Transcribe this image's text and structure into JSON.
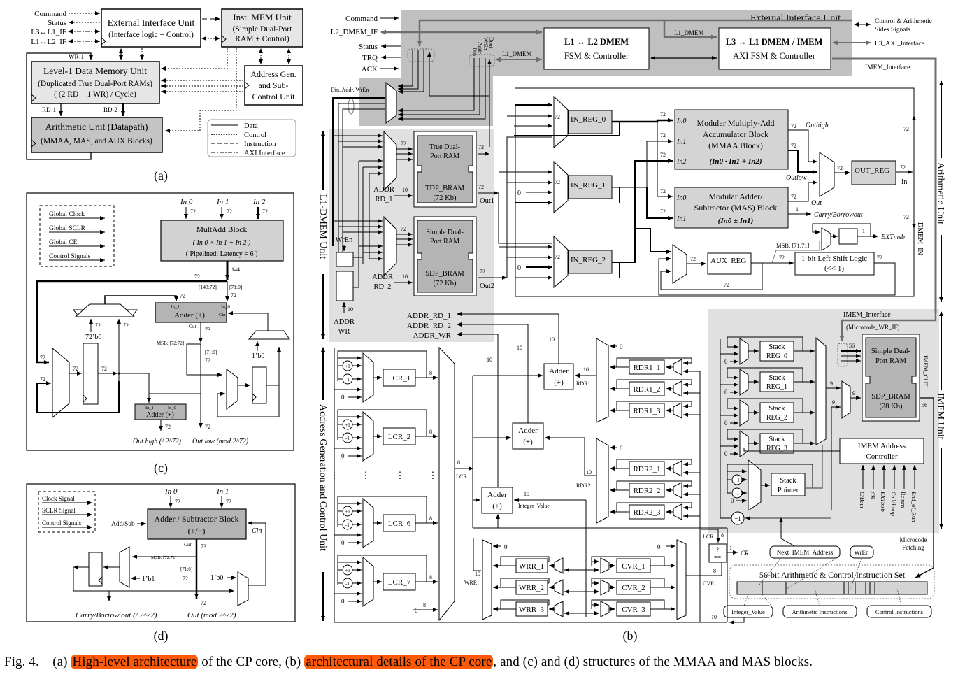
{
  "figure": {
    "caption": {
      "prefix": "Fig. 4.",
      "part_a": "(a)",
      "highlight_a": "High-level architecture",
      "mid_a": "of the CP core, (b)",
      "highlight_b": "architectural details of the CP core",
      "tail": ", and (c) and (d) structures of the MMAA and MAS blocks.",
      "highlight_color": "#ff5a0a"
    },
    "panel_a": {
      "label": "(a)",
      "signals": [
        "Command",
        "Status",
        "L3↔L1_IF",
        "L1↔L2_IF"
      ],
      "ext_if": {
        "title": "External Interface Unit",
        "subtitle": "(Interface logic + Control)"
      },
      "imem": {
        "title": "Inst. MEM Unit",
        "line2": "(Simple Dual-Port",
        "line3": "RAM + Control)"
      },
      "l1dmem": {
        "title": "Level-1 Data Memory Unit",
        "line2": "(Duplicated True Dual-Port RAMs)",
        "line3": "( (2 RD + 1 WR) / Cycle)"
      },
      "agu": {
        "line1": "Address Gen.",
        "line2": "and Sub-",
        "line3": "Control Unit"
      },
      "arith": {
        "title": "Arithmetic Unit (Datapath)",
        "subtitle": "(MMAA, MAS, and AUX Blocks)"
      },
      "wr1": "WR-1",
      "rd1": "RD-1",
      "rd2": "RD-2",
      "legend": [
        "Data",
        "Control",
        "Instruction",
        "AXI Interface"
      ]
    },
    "panel_c": {
      "label": "(c)",
      "legend": [
        "Global Clock",
        "Global SCLR",
        "Global CE",
        "Control Signals"
      ],
      "inputs": [
        "In 0",
        "In 1",
        "In 2"
      ],
      "multadd": {
        "title": "MultAdd Block",
        "formula": "( In 0 × In 1 + In 2 )",
        "latency": "( Pipelined: Latency = 6 )"
      },
      "adder1": {
        "title": "Adder (+)",
        "in1": "In_1",
        "in0": "In_0",
        "cin": "Cin",
        "out": "Out"
      },
      "adder2": {
        "title": "Adder (+)",
        "in1": "In_1",
        "in0": "In_0"
      },
      "widths": {
        "w72": "72",
        "w144": "144",
        "w73": "73",
        "w1": "1"
      },
      "slices": {
        "hi": "[143:72]",
        "lo": "[71:0]",
        "msb": "MSB: [72:72]",
        "lo2": "[71:0]"
      },
      "consts": {
        "zero72": "72’b0",
        "zero1": "1’b0"
      },
      "out_high": "Out high (/ 2^72)",
      "out_low": "Out low (mod 2^72)"
    },
    "panel_d": {
      "label": "(d)",
      "legend": [
        "Clock Signal",
        "SCLR Signal",
        "Control Signals"
      ],
      "inputs": [
        "In 0",
        "In 1"
      ],
      "block": {
        "title": "Adder / Subtractor Block",
        "subtitle": "(+/−)"
      },
      "addsub": "Add/Sub",
      "cin": "Cin",
      "out": "Out",
      "msb": "MSB: [72:72]",
      "lo": "[71:0]",
      "one_b1": "1’b1",
      "zero_b0": "1’b0",
      "carry_out": "Carry/Borrow out (/ 2^72)",
      "out_mod": "Out (mod 2^72)"
    },
    "panel_b": {
      "label": "(b)",
      "left_signals": [
        "Command",
        "L2_DMEM_IF",
        "Status",
        "TRQ",
        "ACK"
      ],
      "ext_if_title": "External Interface Unit",
      "l1l2": {
        "line1": "L1 ↔ L2 DMEM",
        "line2": "FSM & Controller"
      },
      "l3l1": {
        "line1": "L3 ↔ L1 DMEM / IMEM",
        "line2": "AXI FSM & Controller"
      },
      "l1_dmem": "L1_DMEM",
      "port_labels": [
        "Din",
        "Addr",
        "WrEn",
        "Dout"
      ],
      "right_signals": {
        "ctrl": "Control & Arithmetic",
        "ctrl2": "Sides Signals",
        "axi": "L3_AXI_Interface",
        "imem_if": "IMEM_Interface"
      },
      "din_addr_wren": "Din, Addr, WrEn",
      "tdp": {
        "line1": "True Dual-",
        "line2": "Port RAM",
        "line3": "TDP_BRAM",
        "line4": "(72 Kb)"
      },
      "sdp": {
        "line1": "Simple Dual-",
        "line2": "Port RAM",
        "line3": "SDP_BRAM",
        "line4": "(72 Kb)"
      },
      "addr_rd1": [
        "ADDR",
        "RD_1"
      ],
      "addr_rd2": [
        "ADDR",
        "RD_2"
      ],
      "addr_wr": [
        "ADDR",
        "WR"
      ],
      "wren": "WrEn",
      "out1": "Out1",
      "out2": "Out2",
      "dmem_unit": "L1-DMEM Unit",
      "addr_outs": [
        "ADDR_RD_1",
        "ADDR_RD_2",
        "ADDR_WR"
      ],
      "in_regs": [
        "IN_REG_0",
        "IN_REG_1",
        "IN_REG_2"
      ],
      "mmaa": {
        "line1": "Modular Multiply-Add",
        "line2": "Accumulator Block",
        "line3": "(MMAA Block)",
        "formula": "(In0 · In1 + In2)",
        "ins": [
          "In0",
          "In1",
          "In2"
        ]
      },
      "mas": {
        "line1": "Modular Adder/",
        "line2": "Subtractor (MAS) Block",
        "formula": "(In0 ± In1)",
        "ins": [
          "In0",
          "In1"
        ]
      },
      "out_high": "Outhigh",
      "out_low": "Outlow",
      "out": "Out",
      "out_reg": "OUT_REG",
      "in_label": "In",
      "carry": "Carry/Borrowout",
      "aux_reg": "AUX_REG",
      "shift": {
        "line1": "1-bit Left Shift Logic",
        "line2": "(<< 1)"
      },
      "msb": "MSB: [71:71]",
      "ext_msb": "EXTmsb",
      "dmem_in": "DMEM_IN",
      "arith_unit": "Arithmetic Unit",
      "agcu": "Address Generation and Control Unit",
      "lcrs": [
        "LCR_1",
        "LCR_2",
        "LCR_6",
        "LCR_7"
      ],
      "adder": {
        "line1": "Adder",
        "line2": "(+)"
      },
      "rdr1": [
        "RDR1_1",
        "RDR1_2",
        "RDR1_3"
      ],
      "rdr2": [
        "RDR2_1",
        "RDR2_2",
        "RDR2_3"
      ],
      "wrr": [
        "WRR_1",
        "WRR_2",
        "WRR_3"
      ],
      "cvr": [
        "CVR_1",
        "CVR_2",
        "CVR_3"
      ],
      "bus_labels": {
        "lcr": "LCR",
        "rdr1": "RDR1",
        "rdr2": "RDR2",
        "wrr": "WRR",
        "cvr": "CVR",
        "int_val": "Integer_Value",
        "cr": "CR"
      },
      "incdec": [
        "+1",
        "-1"
      ],
      "zero": "0",
      "cmp": {
        "q": "?",
        "eq": "=="
      },
      "imem_if2": "IMEM_Interface",
      "microcode_if": "(Microcode_WR_IF)",
      "imem_sdp": {
        "line1": "Simple Dual-",
        "line2": "Port RAM",
        "line3": "SDP_BRAM",
        "line4": "(28 Kb)"
      },
      "imem_out": "IMEM_OUT",
      "imem_unit": "IMEM Unit",
      "stack_regs": [
        [
          "Stack",
          "REG_0"
        ],
        [
          "Stack",
          "REG_1"
        ],
        [
          "Stack",
          "REG_2"
        ],
        [
          "Stack",
          "REG_3"
        ]
      ],
      "stack_ptr": [
        "Stack",
        "Pointer"
      ],
      "imem_addr_ctrl": [
        "IMEM Address",
        "Controller"
      ],
      "ctrl_inputs": [
        "C/Bout",
        "CR",
        "EXTmsb",
        "Call/Jump",
        "Return",
        "End_of_Run"
      ],
      "plus_one": "+1",
      "microcode_fetch": [
        "Microcode",
        "Fetching"
      ],
      "next_addr": "Next_IMEM_Address",
      "wren_tag": "WrEn",
      "instr_set": "56-bit Arithmetic & Control Instruction Set",
      "ellipsis": "...",
      "tags": [
        "Integer_Value",
        "Arithmetic Instructions",
        "Control Instructions"
      ],
      "widths": {
        "w72": "72",
        "w10": "10",
        "w8": "8",
        "w9": "9",
        "w56": "56",
        "w1": "1"
      }
    }
  }
}
